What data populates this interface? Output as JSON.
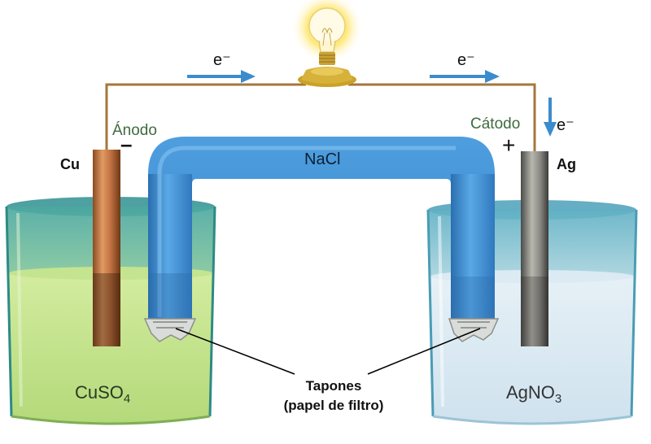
{
  "labels": {
    "electron": "e⁻",
    "anode": "Ánodo",
    "anode_sign": "–",
    "cathode": "Cátodo",
    "cathode_sign": "+",
    "cu": "Cu",
    "ag": "Ag",
    "salt_bridge": "NaCl",
    "left_solution_main": "CuSO",
    "left_solution_sub": "4",
    "right_solution_main": "AgNO",
    "right_solution_sub": "3",
    "plugs_line1": "Tapones",
    "plugs_line2": "(papel de filtro)"
  },
  "icons": [
    "light-bulb-icon",
    "arrow-right-icon",
    "arrow-down-icon"
  ],
  "colors": {
    "wire": "#a5773d",
    "arrow": "#3b8ccc",
    "anode_label": "#3e6b3e",
    "bridge": "#3f8fd4",
    "cu_solution": "#bfe08a",
    "ag_solution": "#d8e8f2",
    "glass": "#3aa0a8"
  }
}
